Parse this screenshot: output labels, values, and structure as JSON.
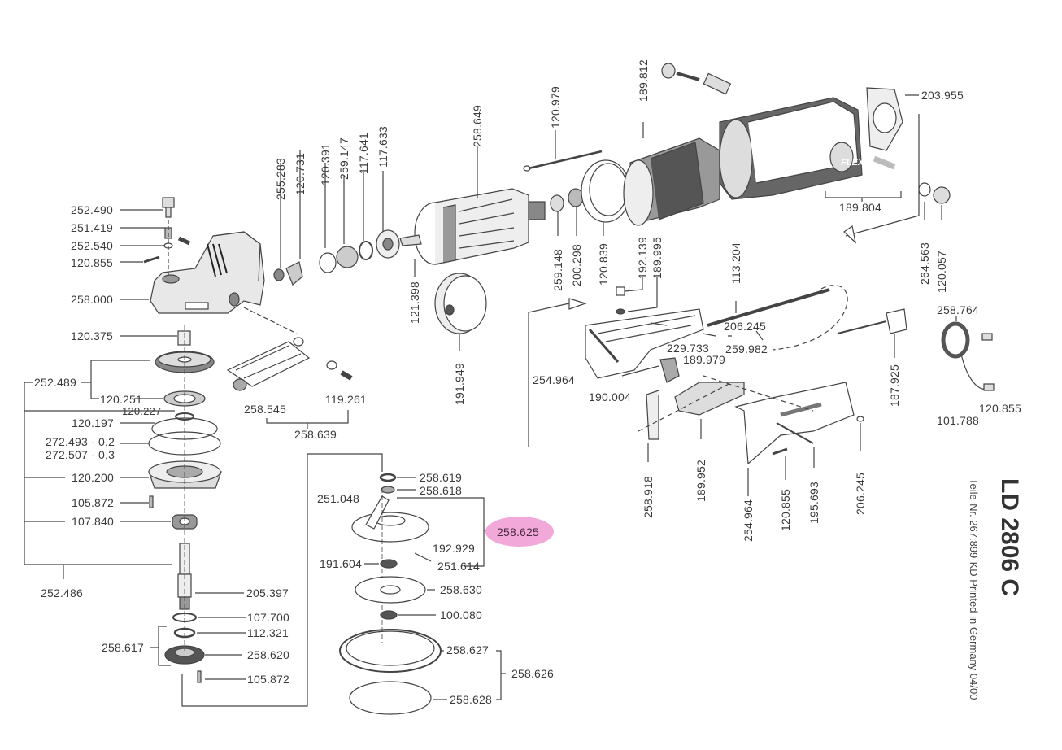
{
  "document": {
    "model": "LD 2806 C",
    "footer": "Teile-Nr. 267.899-KD Printed in Germany 04/00",
    "brand_on_housing": "FLEX",
    "highlight_color": "#f2a8d8",
    "highlighted_part": "258.625"
  },
  "labels": {
    "l252_490": "252.490",
    "l251_419": "251.419",
    "l252_540": "252.540",
    "l120_855a": "120.855",
    "l258_000": "258.000",
    "l120_375": "120.375",
    "l252_489": "252.489",
    "l120_251": "120.251",
    "l120_227": "120.227",
    "l120_197": "120.197",
    "l272_493": "272.493 - 0,2",
    "l272_507": "272.507 - 0,3",
    "l120_200": "120.200",
    "l105_872a": "105.872",
    "l107_840": "107.840",
    "l252_486": "252.486",
    "l205_397": "205.397",
    "l107_700": "107.700",
    "l112_321": "112.321",
    "l258_617": "258.617",
    "l258_620": "258.620",
    "l105_872b": "105.872",
    "l255_283": "255.283",
    "l120_731": "120.731",
    "l120_391": "120.391",
    "l259_147": "259.147",
    "l117_641": "117.641",
    "l117_633": "117.633",
    "l121_398": "121.398",
    "l258_649": "258.649",
    "l191_949": "191.949",
    "l258_545": "258.545",
    "l119_261": "119.261",
    "l258_639": "258.639",
    "l120_979": "120.979",
    "l189_812": "189.812",
    "l259_148": "259.148",
    "l200_298": "200.298",
    "l120_839": "120.839",
    "l192_139": "192.139",
    "l189_995": "189.995",
    "l113_204": "113.204",
    "l203_955": "203.955",
    "l189_804": "189.804",
    "l264_563": "264.563",
    "l120_057": "120.057",
    "l206_245a": "206.245",
    "l259_982": "259.982",
    "l229_733": "229.733",
    "l189_979": "189.979",
    "l254_964a": "254.964",
    "l190_004": "190.004",
    "l187_925": "187.925",
    "l258_764": "258.764",
    "l101_788": "101.788",
    "l120_855c": "120.855",
    "l258_918": "258.918",
    "l189_952": "189.952",
    "l254_964b": "254.964",
    "l120_855b": "120.855",
    "l195_693": "195.693",
    "l206_245b": "206.245",
    "l258_619": "258.619",
    "l258_618": "258.618",
    "l251_048": "251.048",
    "l258_625": "258.625",
    "l192_929": "192.929",
    "l191_604": "191.604",
    "l251_614": "251.614",
    "l258_630": "258.630",
    "l100_080": "100.080",
    "l258_627": "258.627",
    "l258_626": "258.626",
    "l258_628": "258.628"
  }
}
